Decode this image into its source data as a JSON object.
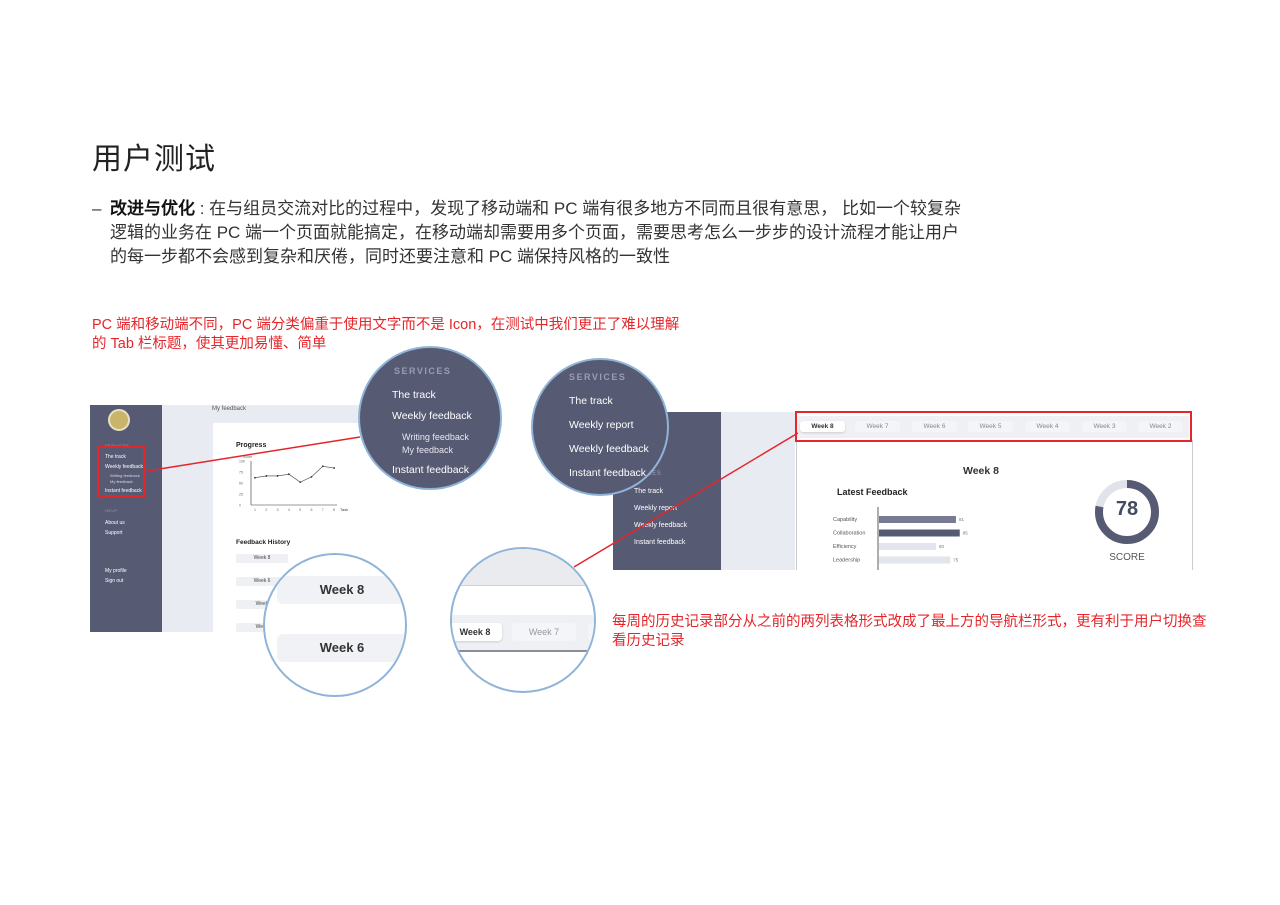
{
  "page": {
    "title": "用户测试",
    "bullet_dash": "–",
    "bullet_label": "改进与优化",
    "bullet_text": " : 在与组员交流对比的过程中，发现了移动端和 PC 端有很多地方不同而且很有意思， 比如一个较复杂逻辑的业务在 PC 端一个页面就能搞定，在移动端却需要用多个页面，需要思考怎么一步步的设计流程才能让用户的每一步都不会感到复杂和厌倦，同时还要注意和 PC 端保持风格的一致性",
    "note_left": "PC 端和移动端不同，PC 端分类偏重于使用文字而不是 Icon，在测试中我们更正了难以理解的 Tab 栏标题，使其更加易懂、简单",
    "note_right": "每周的历史记录部分从之前的两列表格形式改成了最上方的导航栏形式，更有利于用户切换查看历史记录"
  },
  "pc_old": {
    "topbar": "My feedback",
    "services_header": "SERVICES",
    "nav": [
      "The track",
      "Weekly feedback",
      "Writing feedback",
      "My feedback",
      "Instant feedback"
    ],
    "help_header": "HELP",
    "help": [
      "About us",
      "Support"
    ],
    "account": [
      "My profile",
      "Sign out"
    ],
    "progress_title": "Progress",
    "y_label": "Score",
    "y_ticks": [
      "100",
      "75",
      "50",
      "25",
      "0"
    ],
    "x_ticks": [
      "1",
      "2",
      "3",
      "4",
      "5",
      "6",
      "7",
      "8"
    ],
    "x_label": "Task",
    "history_title": "Feedback History",
    "history": [
      "Week 8",
      "Week 6",
      "Week",
      "Week"
    ]
  },
  "zoom_old_nav": {
    "header": "SERVICES",
    "items": [
      "The track",
      "Weekly feedback"
    ],
    "subs": [
      "Writing feedback",
      "My feedback"
    ],
    "last": "Instant feedback"
  },
  "zoom_new_nav": {
    "header": "SERVICES",
    "items": [
      "The track",
      "Weekly report",
      "Weekly feedback",
      "Instant feedback"
    ]
  },
  "zoom_old_history": {
    "items": [
      "Week 8",
      "Week 6"
    ]
  },
  "zoom_new_weeks": {
    "items": [
      "Week 8",
      "Week 7"
    ]
  },
  "pc_new": {
    "sidebar_header": "SERVICES",
    "nav": [
      "The track",
      "Weekly report",
      "Weekly feedback",
      "Instant feedback"
    ],
    "week_tabs": [
      "Week 8",
      "Week 7",
      "Week 6",
      "Week 5",
      "Week 4",
      "Week 3",
      "Week 2"
    ],
    "week_title": "Week 8",
    "latest_title": "Latest Feedback",
    "bars": [
      {
        "label": "Capability",
        "value": 81
      },
      {
        "label": "Collaboration",
        "value": 85
      },
      {
        "label": "Efficiency",
        "value": 60
      },
      {
        "label": "Leadership",
        "value": 75
      }
    ],
    "score": "78",
    "score_value": 78,
    "score_label": "SCORE"
  },
  "colors": {
    "accent_red": "#e4262a",
    "sidebar": "#575a73",
    "zoom_border": "#8fb4d8"
  }
}
